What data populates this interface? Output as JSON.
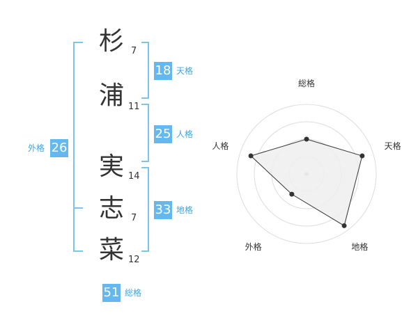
{
  "name": {
    "chars": [
      {
        "char": "杉",
        "strokes": "7"
      },
      {
        "char": "浦",
        "strokes": "11"
      },
      {
        "char": "実",
        "strokes": "14"
      },
      {
        "char": "志",
        "strokes": "7"
      },
      {
        "char": "菜",
        "strokes": "12"
      }
    ]
  },
  "scores": {
    "tenkaku": {
      "value": "18",
      "label": "天格"
    },
    "jinkaku": {
      "value": "25",
      "label": "人格"
    },
    "chikaku": {
      "value": "33",
      "label": "地格"
    },
    "gaikaku": {
      "value": "26",
      "label": "外格"
    },
    "soukaku": {
      "value": "51",
      "label": "総格"
    }
  },
  "radar": {
    "labels": [
      "総格",
      "天格",
      "地格",
      "外格",
      "人格"
    ],
    "levels": 4,
    "values": [
      0.5,
      0.84,
      0.92,
      0.36,
      0.84
    ]
  },
  "colors": {
    "accent": "#63b8ef",
    "bracket": "#7dc4ec",
    "radar_fill": "#eeeeee",
    "radar_line": "#333333",
    "grid": "#dddddd"
  }
}
